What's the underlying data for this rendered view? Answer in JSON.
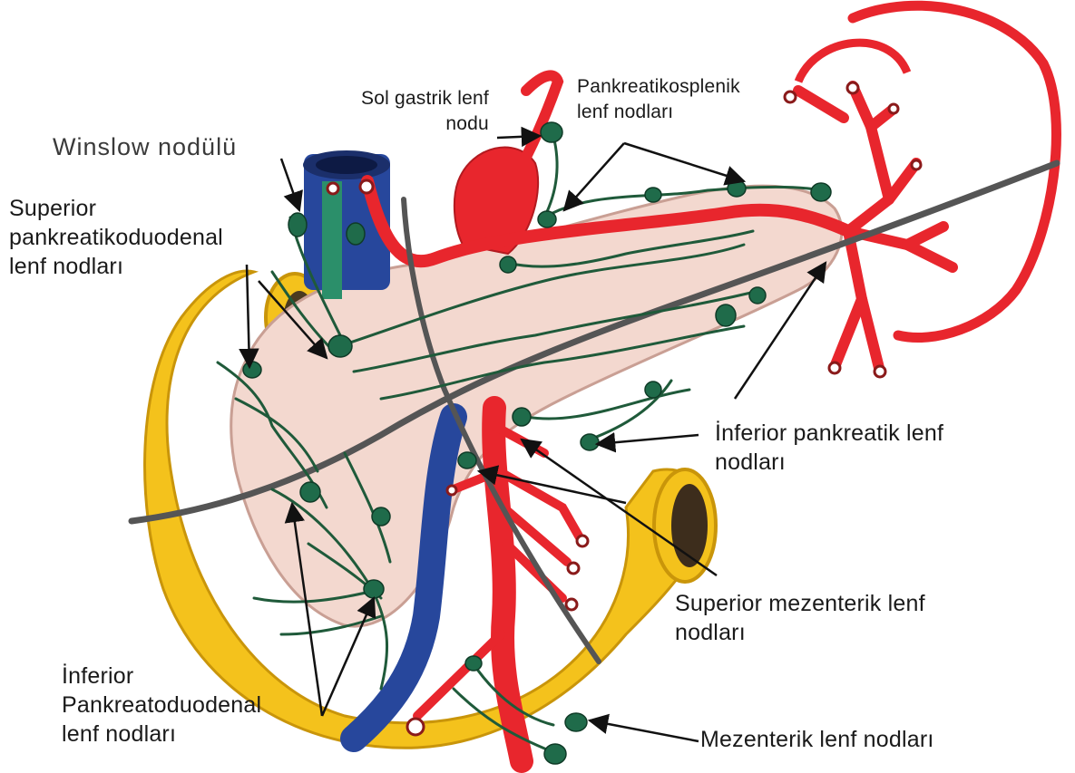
{
  "labels": {
    "winslow": "Winslow nodülü",
    "superior_pd": [
      "Superior",
      "pankreatikoduodenal",
      "lenf nodları"
    ],
    "sol_gastrik": [
      "Sol gastrik lenf",
      "nodu"
    ],
    "pankreatikosplenik": [
      "Pankreatikosplenik",
      "lenf nodları"
    ],
    "inferior_pankreatik": [
      "İnferior pankreatik lenf",
      "nodları"
    ],
    "superior_mezenterik": [
      "Superior mezenterik lenf",
      "nodları"
    ],
    "inferior_pd": [
      "İnferior",
      "Pankreatoduodenal",
      "lenf nodları"
    ],
    "mezenterik": "Mezenterik lenf nodları"
  },
  "colors": {
    "artery": "#e8262d",
    "vein": "#27479c",
    "portal_vein": "#2b8f6a",
    "lymph_node": "#1f6b4a",
    "lymph_vessel": "#1f5a3a",
    "pancreas": "#f3d8cf",
    "duodenum": "#f4c21c",
    "spleen_outline": "#e8262d",
    "pointer_arrow": "#111111"
  }
}
